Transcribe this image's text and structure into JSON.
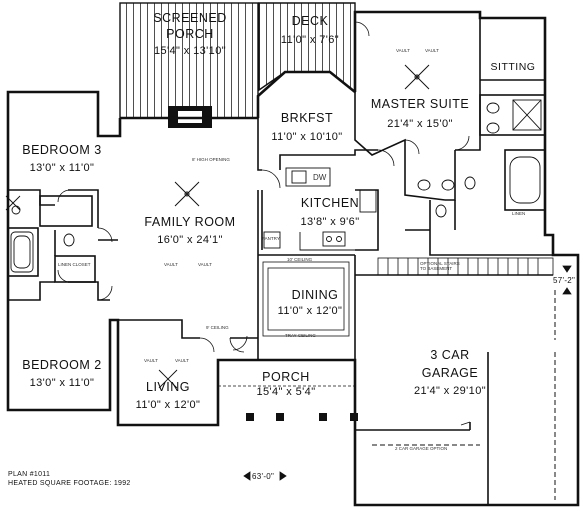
{
  "rooms": {
    "screened_porch": {
      "name": "SCREENED\nPORCH",
      "dims": "15'4\" x 13'10\""
    },
    "deck": {
      "name": "DECK",
      "dims": "11'0\" x 7'6\""
    },
    "master_suite": {
      "name": "MASTER SUITE",
      "dims": "21'4\" x 15'0\""
    },
    "sitting": {
      "name": "SITTING"
    },
    "brkfst": {
      "name": "BRKFST",
      "dims": "11'0\" x 10'10\""
    },
    "bedroom3": {
      "name": "BEDROOM 3",
      "dims": "13'0\" x 11'0\""
    },
    "kitchen": {
      "name": "KITCHEN",
      "dims": "13'8\" x 9'6\""
    },
    "family_room": {
      "name": "FAMILY ROOM",
      "dims": "16'0\" x 24'1\""
    },
    "dining": {
      "name": "DINING",
      "dims": "11'0\" x 12'0\""
    },
    "bedroom2": {
      "name": "BEDROOM 2",
      "dims": "13'0\" x 11'0\""
    },
    "living": {
      "name": "LIVING",
      "dims": "11'0\" x 12'0\""
    },
    "porch": {
      "name": "PORCH",
      "dims": "15'4\" x 5'4\""
    },
    "garage": {
      "name": "3 CAR\nGARAGE",
      "dims": "21'4\" x 29'10\""
    }
  },
  "notes": {
    "opening": "8' HIGH OPENING",
    "vault": "VAULT",
    "dw": "DW",
    "pantry": "PANTRY",
    "linen_closet": "LINEN CLOSET",
    "linen": "LINEN",
    "ceiling_dining": "10' CEILING",
    "tray_ceiling": "TRAY CEILING",
    "ceiling_living": "9' CEILING",
    "stairs": "OPTIONAL STAIRS\nTO BASEMENT",
    "garage_option": "2 CAR GARAGE OPTION"
  },
  "dimensions": {
    "width": "63'-0\"",
    "depth": "57'-2\""
  },
  "footer": {
    "plan": "PLAN #1011",
    "sqft": "HEATED SQUARE FOOTAGE:  1992"
  }
}
